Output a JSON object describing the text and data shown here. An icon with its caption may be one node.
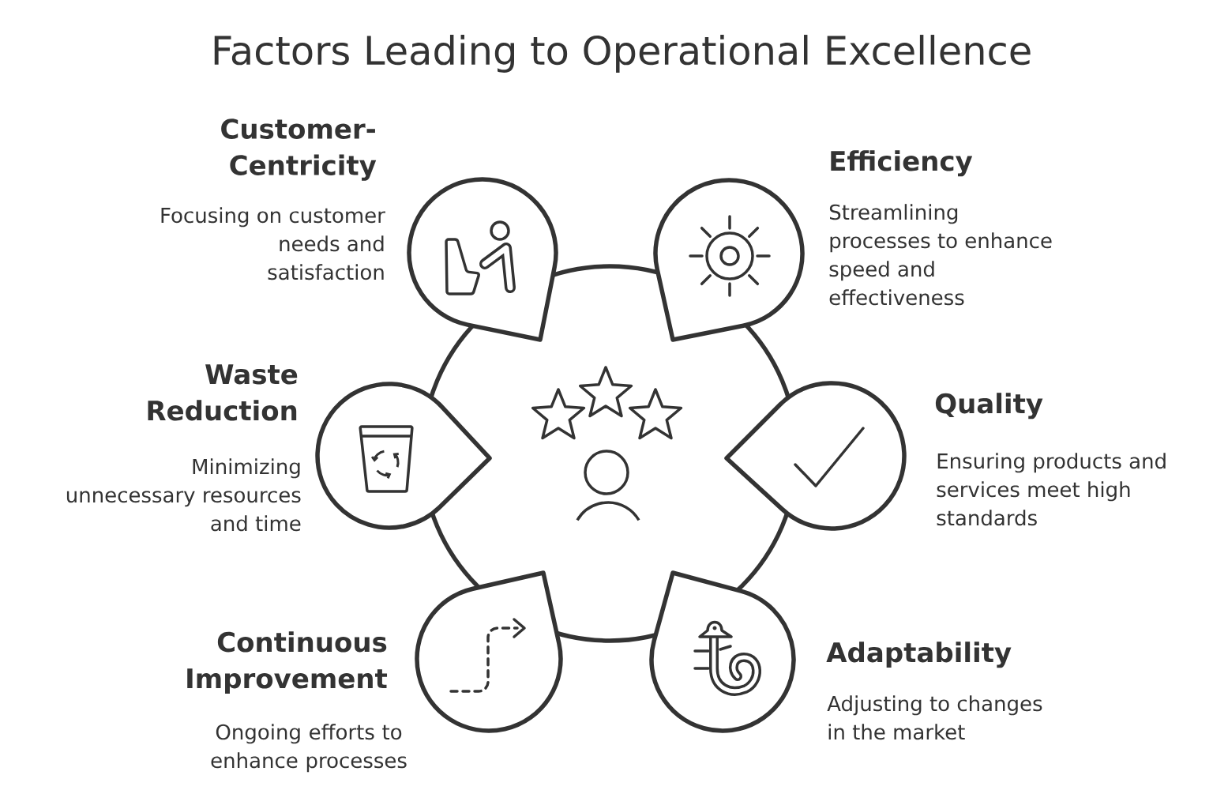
{
  "diagram": {
    "title": "Factors Leading to Operational Excellence",
    "nodes": [
      {
        "text": [],
        "shape": "circle"
      },
      {
        "text": [
          "Customer-Centricity",
          "Focusing on customer needs and satisfaction"
        ]
      },
      {
        "text": [
          "Efficiency",
          "Streamlining processes to enhance speed and effectiveness"
        ]
      },
      {
        "text": [
          "Waste Reduction",
          "Minimizing unnecessary resources and time"
        ]
      },
      {
        "text": [
          "Quality",
          "Ensuring products and services meet high standards"
        ]
      },
      {
        "text": [
          "Continuous Improvement",
          "Ongoing efforts to enhance processes"
        ]
      },
      {
        "text": [
          "Adaptability",
          "Adjusting to changes in the market"
        ]
      }
    ]
  }
}
